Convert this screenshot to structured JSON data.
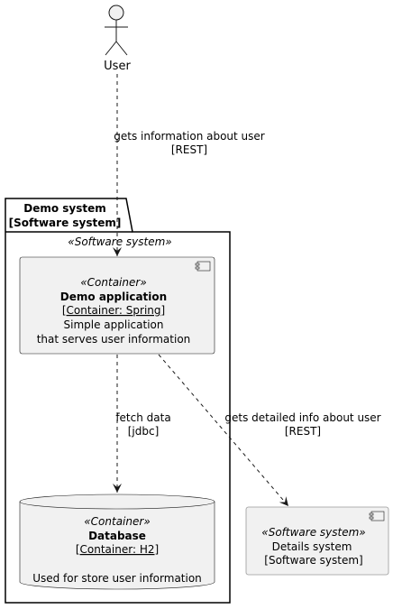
{
  "actor": {
    "label": "User"
  },
  "package": {
    "title_line1": "Demo system",
    "title_line2": "[Software system]",
    "stereotype": "«Software system»"
  },
  "containers": {
    "app": {
      "stereotype": "«Container»",
      "name": "Demo application",
      "tech": "[Container: Spring]",
      "desc_line1": "Simple application",
      "desc_line2": "that serves user information"
    },
    "db": {
      "stereotype": "«Container»",
      "name": "Database",
      "tech": "[Container: H2]",
      "desc_line1": "Used for store user information"
    }
  },
  "external": {
    "stereotype": "«Software system»",
    "name": "Details system",
    "kind": "[Software system]"
  },
  "relations": {
    "user_to_app": {
      "line1": "gets information about user",
      "line2": "[REST]"
    },
    "app_to_db": {
      "line1": "fetch data",
      "line2": "[jdbc]"
    },
    "app_to_ext": {
      "line1": "gets detailed info about user",
      "line2": "[REST]"
    }
  },
  "colors": {
    "fill": "#f1f1f1",
    "stroke": "#181818",
    "external_stroke": "#999999"
  }
}
